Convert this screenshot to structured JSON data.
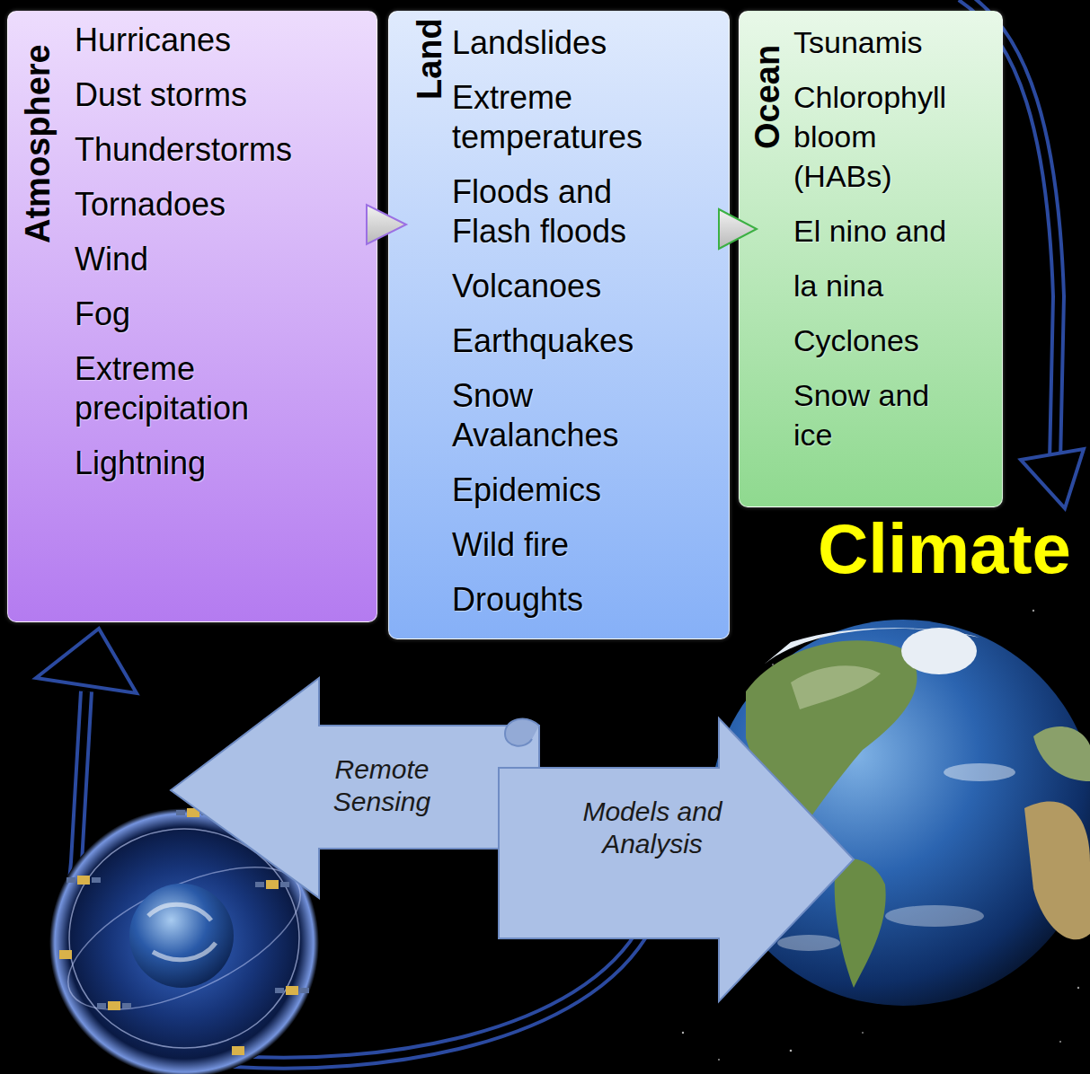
{
  "diagram": {
    "nodes": [
      {
        "text": [
          "Atmosphere",
          "Hurricanes",
          "Dust storms",
          "Thunderstorms",
          "Tornadoes",
          "Wind",
          "Fog",
          "Extreme precipitation",
          "Lightning"
        ]
      },
      {
        "text": [
          "Land",
          "Landslides",
          "Extreme temperatures",
          "Floods and Flash floods",
          "Volcanoes",
          "Earthquakes",
          "Snow Avalanches",
          "Epidemics",
          "Wild fire",
          "Droughts"
        ]
      },
      {
        "text": [
          "Ocean",
          "Tsunamis",
          "Chlorophyll bloom (HABs)",
          "El nino and",
          "la nina",
          "Cyclones",
          "Snow and ice"
        ]
      },
      {
        "text": [
          "Remote Sensing"
        ]
      },
      {
        "text": [
          "Models and Analysis"
        ]
      }
    ],
    "edges": [
      {
        "from": 0,
        "to": 1,
        "arrow": "to"
      },
      {
        "from": 1,
        "to": 2,
        "arrow": "to"
      }
    ],
    "labels": [
      "Climate"
    ]
  }
}
